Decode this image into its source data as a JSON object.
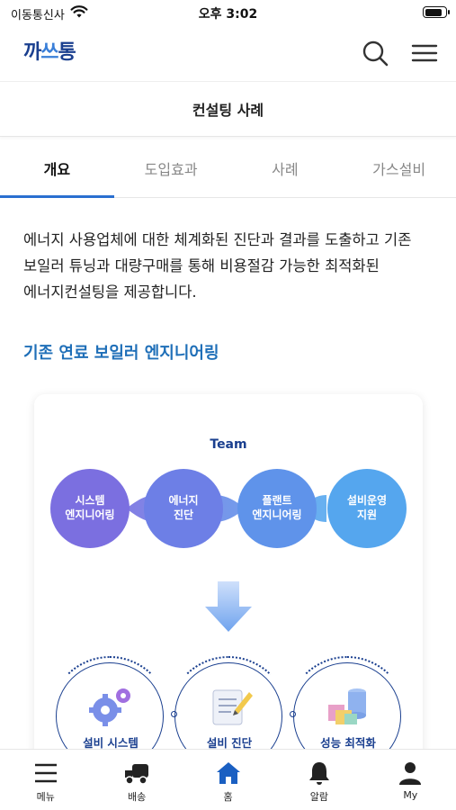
{
  "status_bar": {
    "carrier": "이동통신사",
    "time": "오후 3:02",
    "battery_level": 0.9
  },
  "header": {
    "logo": {
      "part1": "까",
      "part2": "쓰",
      "part3": "통"
    },
    "search_icon": "search-icon",
    "menu_icon": "hamburger-menu-icon"
  },
  "page": {
    "title": "컨설팅 사례"
  },
  "tabs": [
    {
      "label": "개요",
      "active": true
    },
    {
      "label": "도입효과",
      "active": false
    },
    {
      "label": "사례",
      "active": false
    },
    {
      "label": "가스설비",
      "active": false
    }
  ],
  "content": {
    "intro": "에너지 사용업체에 대한 체계화된 진단과 결과를 도출하고 기존 보일러 튜닝과 대량구매를 통해 비용절감 가능한 최적화된 에너지컨설팅을 제공합니다.",
    "section_heading": "기존 연료 보일러 엔지니어링",
    "diagram": {
      "team_label": "Team",
      "team_circles": [
        {
          "line1": "시스템",
          "line2": "엔지니어링",
          "color": "#7b6fe0"
        },
        {
          "line1": "에너지",
          "line2": "진단",
          "color": "#6d7fe6"
        },
        {
          "line1": "플랜트",
          "line2": "엔지니어링",
          "color": "#5f93ea"
        },
        {
          "line1": "설비운영",
          "line2": "지원",
          "color": "#55a6ee"
        }
      ],
      "bottom_circles": [
        {
          "label": "설비 시스템",
          "icon": "gears-icon"
        },
        {
          "label": "설비 진단",
          "icon": "notepad-pencil-icon"
        },
        {
          "label": "성능 최적화",
          "icon": "blocks-cylinder-icon"
        }
      ]
    }
  },
  "bottom_nav": [
    {
      "label": "메뉴",
      "icon": "menu-icon",
      "active": false
    },
    {
      "label": "배송",
      "icon": "truck-icon",
      "active": false
    },
    {
      "label": "홈",
      "icon": "home-icon",
      "active": true
    },
    {
      "label": "알람",
      "icon": "bell-icon",
      "active": false
    },
    {
      "label": "My",
      "icon": "user-icon",
      "active": false
    }
  ],
  "colors": {
    "accent": "#2a6fd0",
    "heading": "#1f6fb8",
    "brand_dark": "#1a3f8f",
    "home_active": "#1a5fc2"
  }
}
